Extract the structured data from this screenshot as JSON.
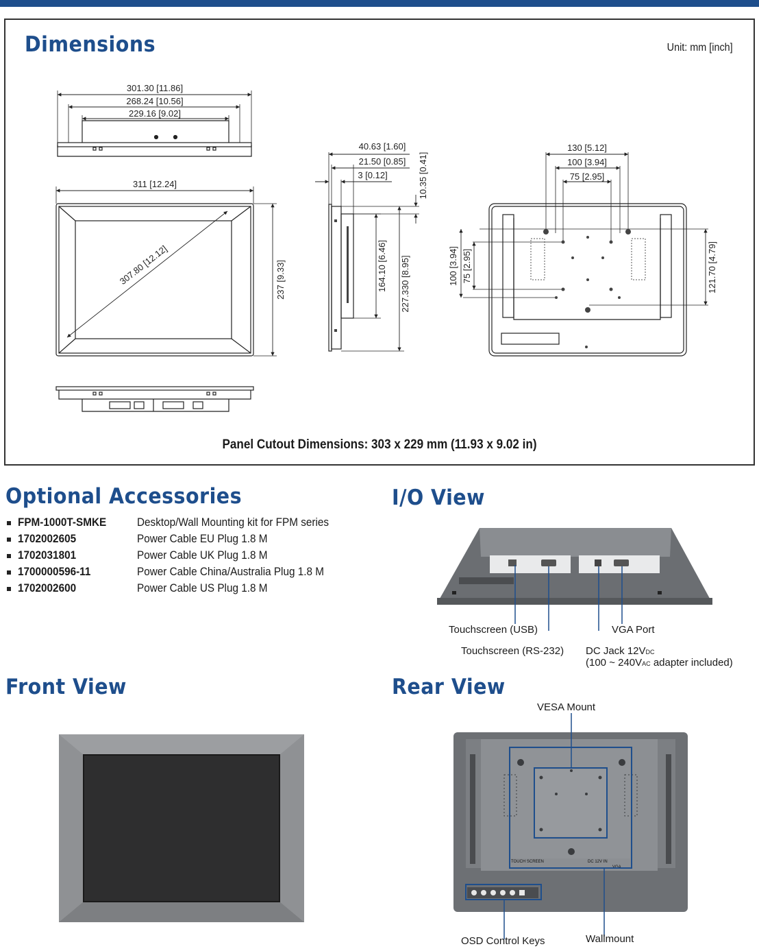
{
  "dimensions": {
    "title": "Dimensions",
    "unit": "Unit: mm [inch]",
    "labels": {
      "w301": "301.30 [11.86]",
      "w268": "268.24 [10.56]",
      "w229": "229.16 [9.02]",
      "w311": "311 [12.24]",
      "diag": "307.80 [12.12]",
      "h237": "237 [9.33]",
      "d40": "40.63 [1.60]",
      "d21": "21.50 [0.85]",
      "d3": "3 [0.12]",
      "d10": "10.35 [0.41]",
      "h164": "164.10 [6.46]",
      "h227": "227.330 [8.95]",
      "r130": "130 [5.12]",
      "r100": "100 [3.94]",
      "r75": "75 [2.95]",
      "v100": "100 [3.94]",
      "v75": "75 [2.95]",
      "v121": "121.70 [4.79]"
    },
    "cutout": "Panel Cutout Dimensions: 303 x 229 mm (11.93 x 9.02 in)"
  },
  "accessories": {
    "title": "Optional Accessories",
    "items": [
      {
        "code": "FPM-1000T-SMKE",
        "desc": "Desktop/Wall Mounting kit for FPM series"
      },
      {
        "code": "1702002605",
        "desc": "Power Cable EU Plug 1.8 M"
      },
      {
        "code": "1702031801",
        "desc": "Power Cable UK Plug 1.8 M"
      },
      {
        "code": "1700000596-11",
        "desc": "Power Cable China/Australia Plug 1.8 M"
      },
      {
        "code": "1702002600",
        "desc": "Power Cable US Plug 1.8 M"
      }
    ]
  },
  "io_view": {
    "title": "I/O View",
    "touch_usb": "Touchscreen (USB)",
    "touch_rs232": "Touchscreen (RS-232)",
    "vga": "VGA Port",
    "dc_jack": "DC Jack 12V",
    "dc_sub": "DC",
    "adapter_a": "(100 ~ 240V",
    "adapter_sub": "AC",
    "adapter_b": " adapter included)"
  },
  "front_view": {
    "title": "Front View"
  },
  "rear_view": {
    "title": "Rear View",
    "vesa": "VESA Mount",
    "osd": "OSD Control Keys",
    "wallmount": "Wallmount",
    "panel_touch": "TOUCH SCREEN",
    "panel_dc": "DC 12V IN",
    "panel_vga": "VGA"
  }
}
